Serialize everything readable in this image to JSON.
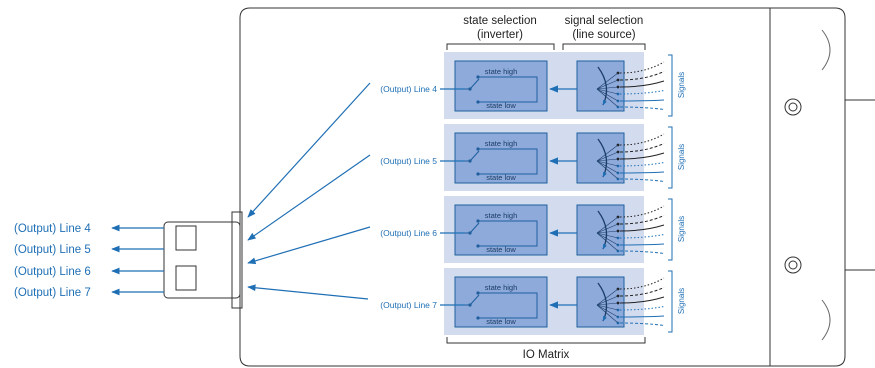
{
  "header": {
    "state_selection": [
      "state selection",
      "(inverter)"
    ],
    "signal_selection": [
      "signal selection",
      "(line source)"
    ]
  },
  "footer": {
    "io_matrix": "IO Matrix"
  },
  "rows": [
    {
      "inner_label": "(Output) Line 4",
      "state_high": "state high",
      "state_low": "state low",
      "signals": "Signals"
    },
    {
      "inner_label": "(Output) Line 5",
      "state_high": "state high",
      "state_low": "state low",
      "signals": "Signals"
    },
    {
      "inner_label": "(Output) Line 6",
      "state_high": "state high",
      "state_low": "state low",
      "signals": "Signals"
    },
    {
      "inner_label": "(Output) Line 7",
      "state_high": "state high",
      "state_low": "state low",
      "signals": "Signals"
    }
  ],
  "outputs": [
    "(Output) Line 4",
    "(Output) Line 5",
    "(Output) Line 6",
    "(Output) Line 7"
  ],
  "colors": {
    "accent": "#1f6fb5",
    "panel_bg": "#d3dcee",
    "block_fill": "#8eaadb",
    "block_stroke": "#1f5f9e",
    "housing": "#333333"
  }
}
